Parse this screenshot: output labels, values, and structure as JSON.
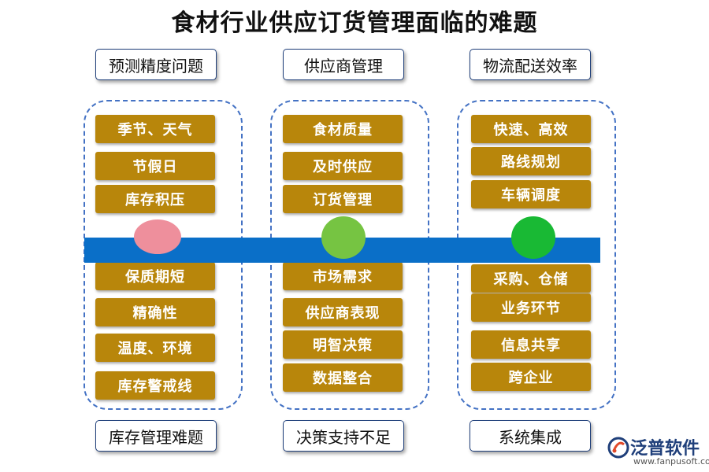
{
  "title": "食材行业供应订货管理面临的难题",
  "columns": [
    {
      "header": "预测精度问题",
      "footer": "库存管理难题",
      "dot_color": "#ee8f9c",
      "top_items": [
        "季节、天气",
        "节假日",
        "库存积压"
      ],
      "bottom_items": [
        "保质期短",
        "精确性",
        "温度、环境",
        "库存警戒线"
      ]
    },
    {
      "header": "供应商管理",
      "footer": "决策支持不足",
      "dot_color": "#76c442",
      "top_items": [
        "食材质量",
        "及时供应",
        "订货管理"
      ],
      "bottom_items": [
        "市场需求",
        "供应商表现",
        "明智决策",
        "数据整合"
      ]
    },
    {
      "header": "物流配送效率",
      "footer": "系统集成",
      "dot_color": "#19b934",
      "top_items": [
        "快速、高效",
        "路线规划",
        "车辆调度"
      ],
      "bottom_items": [
        "采购、仓储",
        "业务环节",
        "信息共享",
        "跨企业"
      ]
    }
  ],
  "colors": {
    "band": "#0a6fc8",
    "item_bg": "#b8860b",
    "group_border": "#4472c4"
  },
  "logo": {
    "name": "泛普软件",
    "url": "www.fanpusoft.com"
  }
}
